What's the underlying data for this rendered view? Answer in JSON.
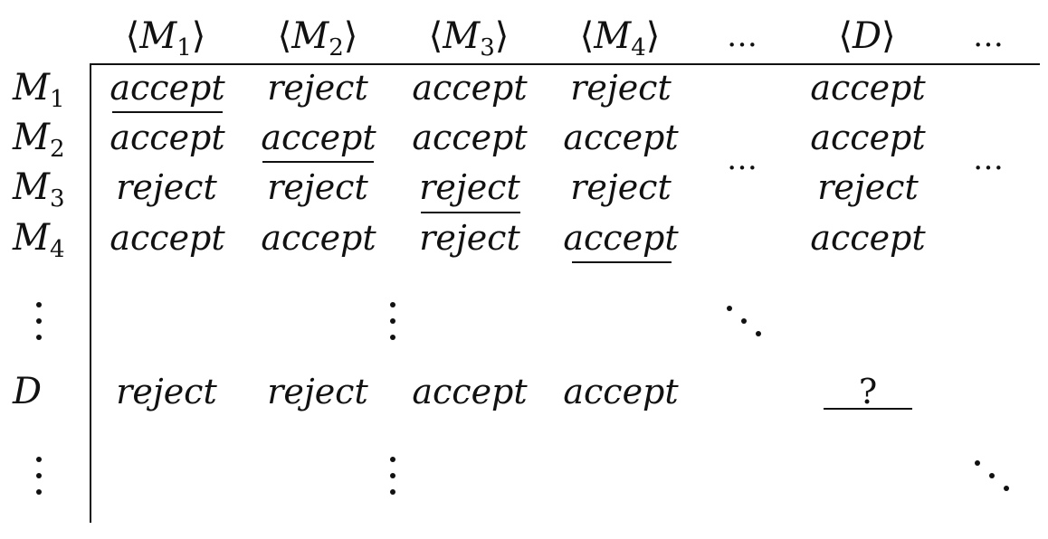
{
  "columns": [
    {
      "open": "⟨",
      "var": "M",
      "sub": "1",
      "close": "⟩"
    },
    {
      "open": "⟨",
      "var": "M",
      "sub": "2",
      "close": "⟩"
    },
    {
      "open": "⟨",
      "var": "M",
      "sub": "3",
      "close": "⟩"
    },
    {
      "open": "⟨",
      "var": "M",
      "sub": "4",
      "close": "⟩"
    },
    {
      "ellipsis": "…"
    },
    {
      "open": "⟨",
      "var": "D",
      "sub": "",
      "close": "⟩"
    },
    {
      "ellipsis": "…"
    }
  ],
  "rows": [
    {
      "var": "M",
      "sub": "1",
      "cells": [
        "accept",
        "reject",
        "accept",
        "reject"
      ],
      "last": "accept"
    },
    {
      "var": "M",
      "sub": "2",
      "cells": [
        "accept",
        "accept",
        "accept",
        "accept"
      ],
      "last": "accept"
    },
    {
      "var": "M",
      "sub": "3",
      "cells": [
        "reject",
        "reject",
        "reject",
        "reject"
      ],
      "last": "reject"
    },
    {
      "var": "M",
      "sub": "4",
      "cells": [
        "accept",
        "accept",
        "reject",
        "accept"
      ],
      "last": "accept"
    },
    {
      "var": "D",
      "sub": "",
      "cells": [
        "reject",
        "reject",
        "accept",
        "accept"
      ],
      "last": "?"
    }
  ],
  "middle_dots": "…",
  "underlined_diagonal": true
}
